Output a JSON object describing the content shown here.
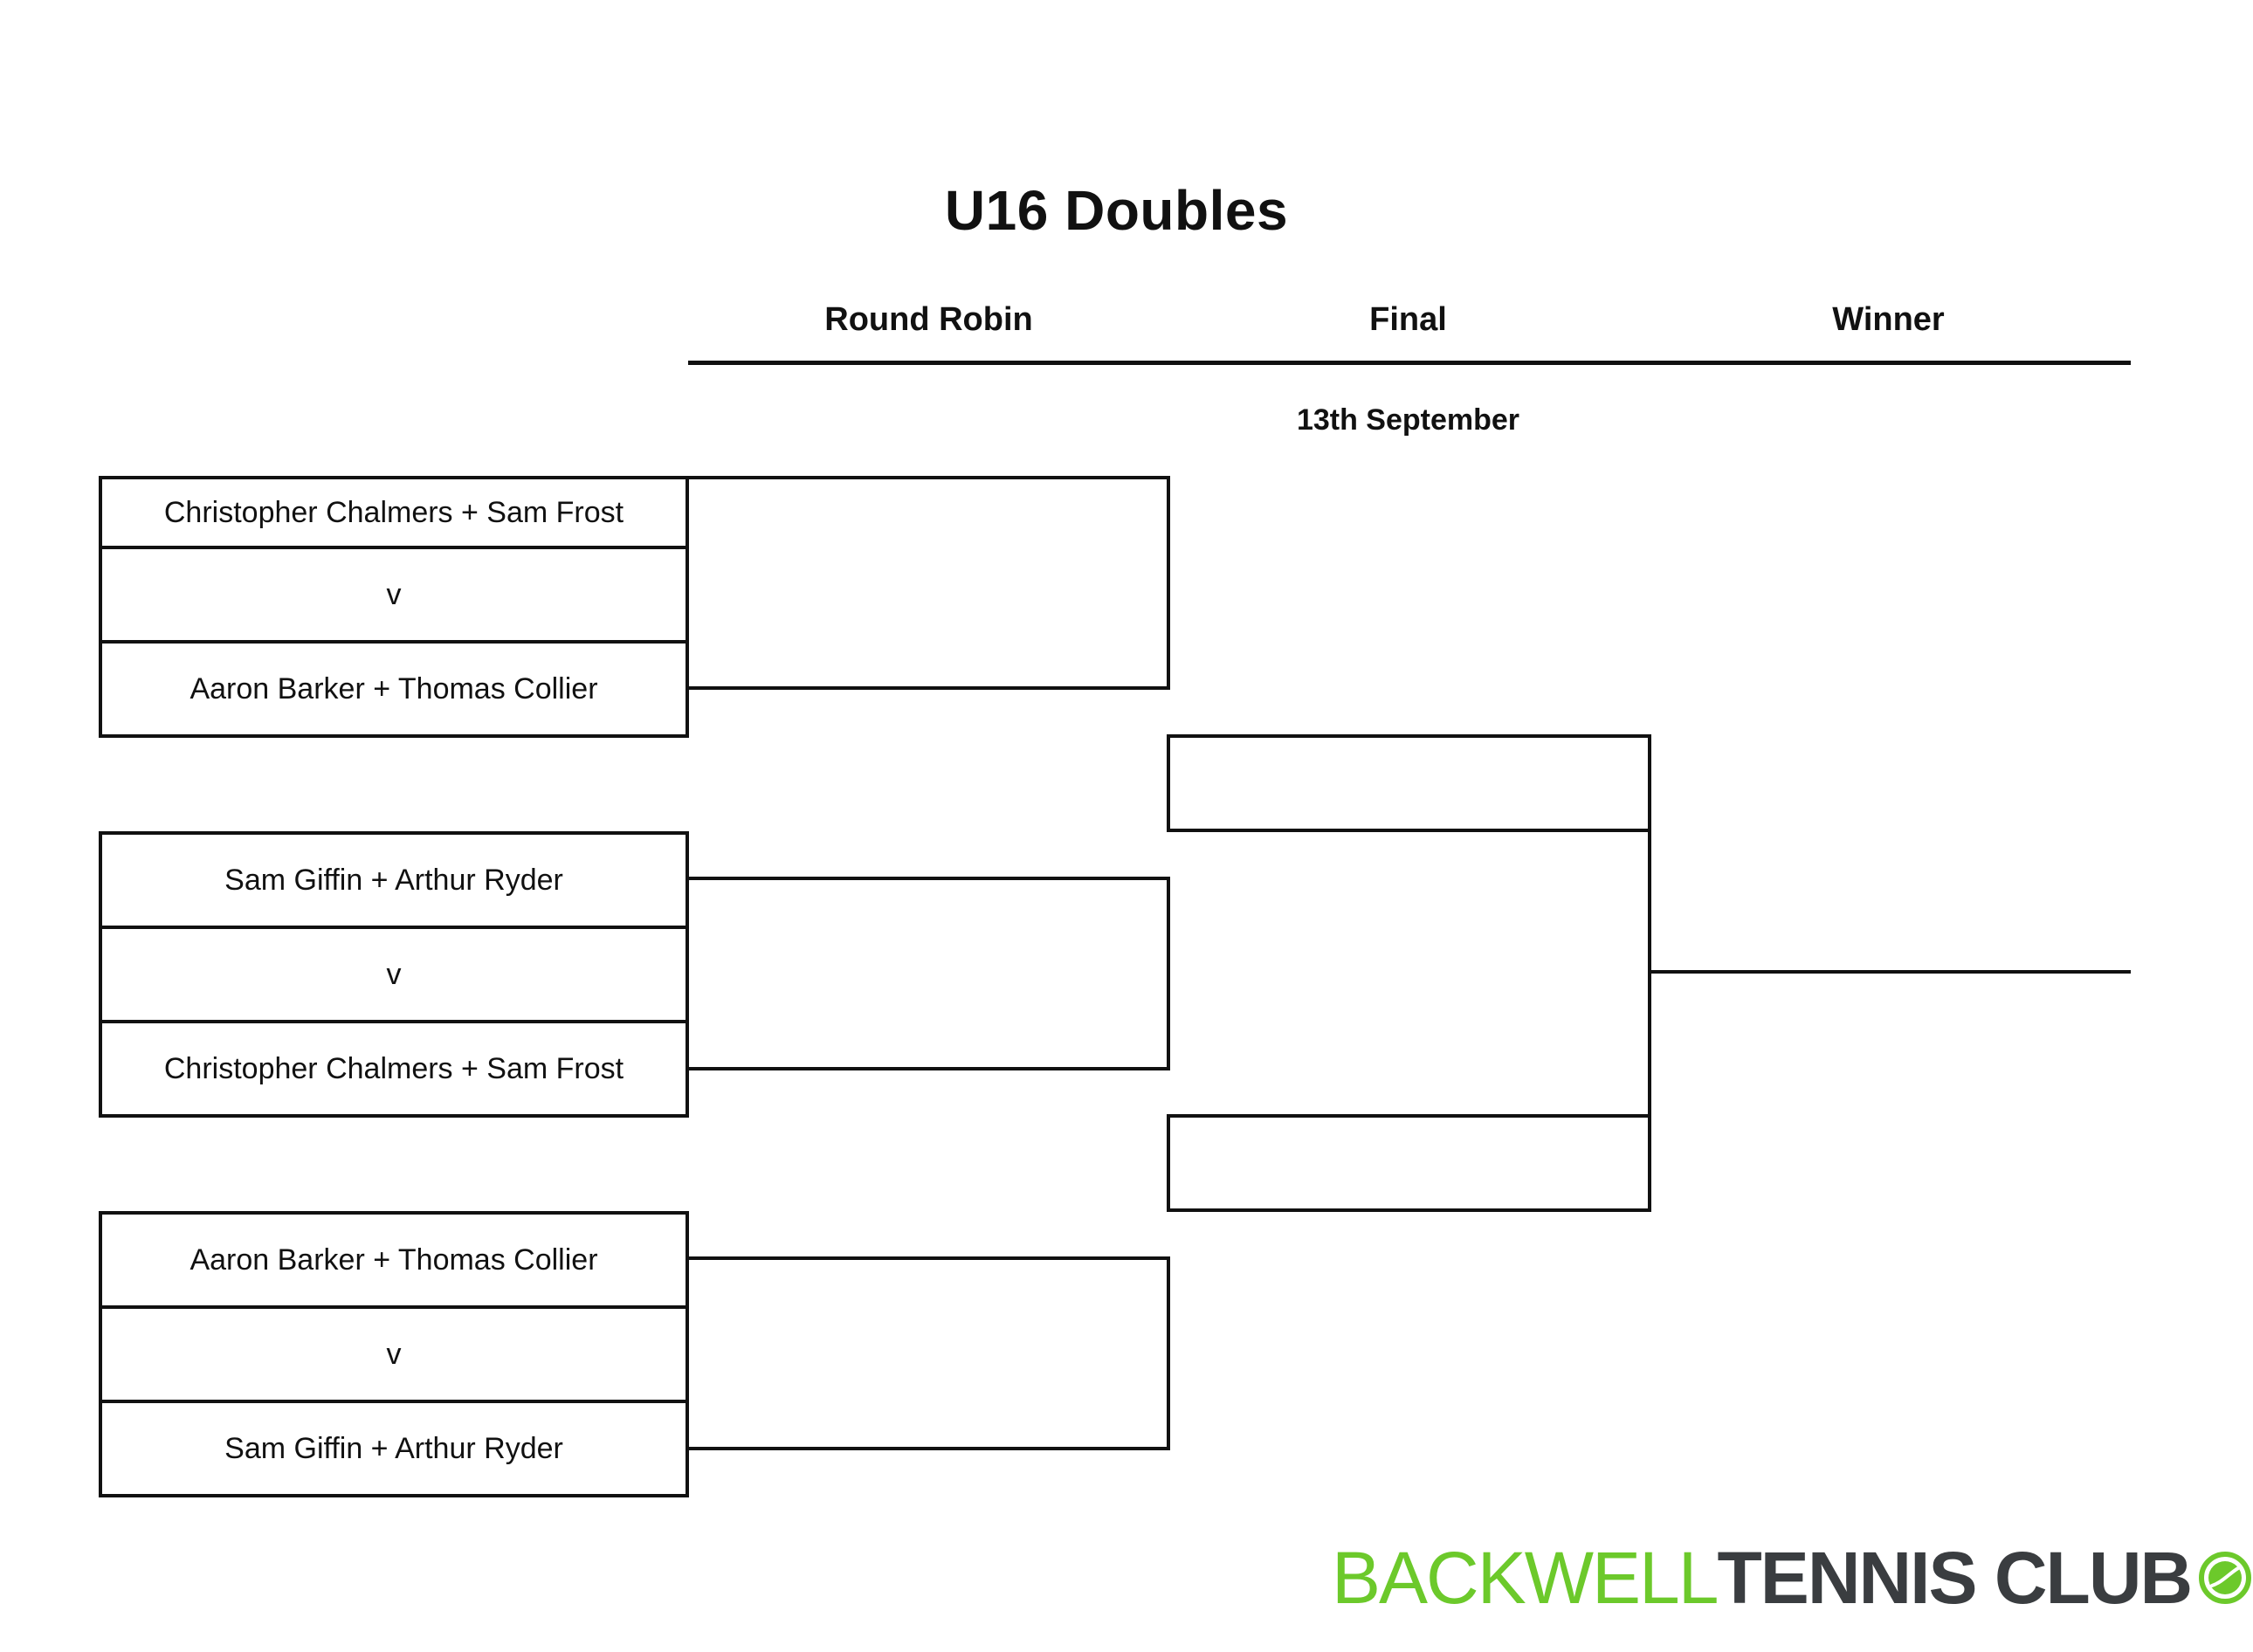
{
  "title": "U16 Doubles",
  "columns": {
    "round_robin": "Round Robin",
    "final": "Final",
    "winner": "Winner"
  },
  "final_date": "13th September",
  "matches": [
    {
      "team_a": "Christopher Chalmers + Sam Frost",
      "versus": "v",
      "team_b": "Aaron Barker + Thomas Collier"
    },
    {
      "team_a": "Sam Giffin + Arthur Ryder",
      "versus": "v",
      "team_b": "Christopher Chalmers + Sam Frost"
    },
    {
      "team_a": "Aaron Barker + Thomas Collier",
      "versus": "v",
      "team_b": "Sam Giffin + Arthur Ryder"
    }
  ],
  "logo": {
    "word1": "BACKWELL",
    "word2": "TENNIS CLUB",
    "colors": {
      "green": "#6cc92b",
      "dark": "#3a3d40"
    },
    "icon": "tennis-ball-icon"
  }
}
